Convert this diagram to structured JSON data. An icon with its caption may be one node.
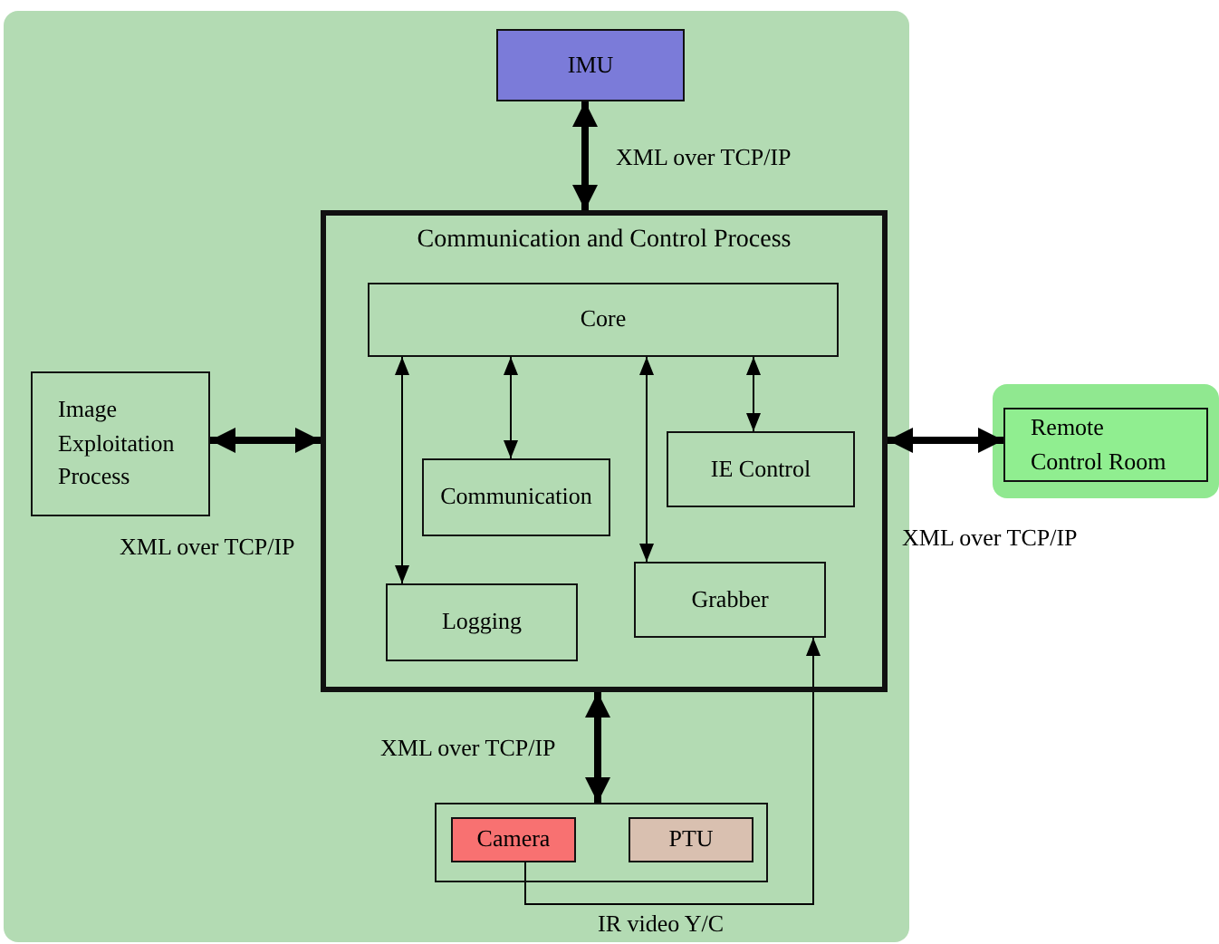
{
  "diagram": {
    "nodes": [
      {
        "text": [
          "IMU"
        ]
      },
      {
        "text": [
          "Communication and Control Process"
        ]
      },
      {
        "text": [
          "Core"
        ],
        "in": 1
      },
      {
        "text": [
          "Image Exploitation Process"
        ]
      },
      {
        "text": [
          "Communication"
        ],
        "in": 1
      },
      {
        "text": [
          "IE Control"
        ],
        "in": 1
      },
      {
        "text": [
          "Logging"
        ],
        "in": 1
      },
      {
        "text": [
          "Grabber"
        ],
        "in": 1
      },
      {
        "text": [
          "Remote Control Room"
        ]
      },
      {
        "text": [],
        "shape": "box"
      },
      {
        "text": [
          "Camera"
        ],
        "in": 9
      },
      {
        "text": [
          "PTU"
        ],
        "in": 9
      }
    ],
    "edges": [
      {
        "from": 0,
        "to": 1,
        "arrow": "both",
        "style": "thick",
        "label": "XML over TCP/IP"
      },
      {
        "from": 3,
        "to": 1,
        "arrow": "both",
        "style": "thick",
        "label": "XML over TCP/IP"
      },
      {
        "from": 1,
        "to": 8,
        "arrow": "both",
        "style": "thick",
        "label": "XML over TCP/IP"
      },
      {
        "from": 2,
        "to": 6,
        "arrow": "both"
      },
      {
        "from": 2,
        "to": 4,
        "arrow": "both"
      },
      {
        "from": 2,
        "to": 7,
        "arrow": "both"
      },
      {
        "from": 2,
        "to": 5,
        "arrow": "both"
      },
      {
        "from": 1,
        "to": 9,
        "arrow": "both",
        "style": "thick",
        "label": "XML over TCP/IP"
      },
      {
        "from": 10,
        "to": 7,
        "arrow": "to",
        "label": "IR video Y/C"
      }
    ]
  }
}
